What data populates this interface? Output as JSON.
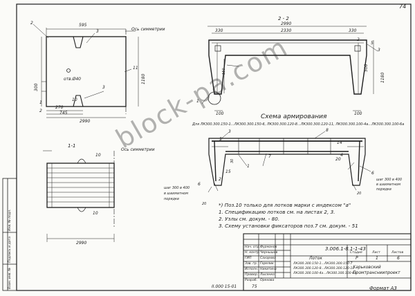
{
  "page_number": "74",
  "section_labels": {
    "s22": "2 - 2",
    "s11": "1-1"
  },
  "axis_labels": {
    "top": "Ось симметрии",
    "bottom": "Ось симметрии"
  },
  "plan_dims": {
    "d595": "595",
    "d2990": "2990",
    "d1180": "1180",
    "d300": "300",
    "d270": "270",
    "d745": "745",
    "d2990b": "2990",
    "hole": "отв.Ø40",
    "m2": "2",
    "m3": "3",
    "m3b": "3",
    "m11": "11",
    "m10": "10",
    "m1": "1",
    "m2b": "2"
  },
  "section22_dims": {
    "d2990": "2990",
    "d330a": "330",
    "d330b": "330",
    "d2330": "2330",
    "d1180": "1180",
    "d500": "500",
    "d100a": "100",
    "d100b": "100",
    "d150": "150",
    "m1": "1",
    "m2": "2",
    "m3": "3",
    "m5": "5",
    "d50": "50",
    "d20": "20",
    "d390": "390"
  },
  "scheme_title": "Схема армирования",
  "scheme_subtitle": "Для ЛК300.300.150-1...ЛК300.300.150-6, ЛК300.300.120-8...ЛК300.300.120-11, ЛК300.300.100-4а...ЛК300.300.100-6а",
  "scheme_marks": {
    "m8": "8",
    "m3": "3",
    "m5": "5",
    "m14": "14",
    "m4": "4",
    "m20": "20",
    "m7": "7",
    "m1": "1",
    "m15": "15",
    "m30": "30",
    "m2": "2",
    "m6a": "6",
    "m6b": "6",
    "m20b": "20",
    "m20c": "20",
    "embed1": "шаг 300 в 400",
    "embed2": "в шахматном",
    "embed3": "порядке",
    "embed4": "шаг 300 в 400",
    "embed5": "в шахматном",
    "embed6": "порядке"
  },
  "section11_dims": {
    "d2990": "2990",
    "m10a": "10",
    "m10b": "10"
  },
  "notes": [
    "*) Поз.10 только для лотков марки с индексом \"а\"",
    "1. Спецификацию лотков см. на листах 2, 3.",
    "2. Узлы см. докум. - 80.",
    "3. Схему установки фиксаторов поз.7 см. докум. - 51"
  ],
  "title_block": {
    "sheet_code": "3.006.1-8.1-1-43",
    "roles": [
      "Нач. отд.",
      "Н. контр.",
      "ГИП",
      "Зав. гр.",
      "Исполн.",
      "Провер.",
      "Разраб."
    ],
    "names": [
      "Фурманов",
      "Чернышов",
      "Сахарова",
      "Горелик",
      "Никитина",
      "Лысенко",
      "Орехова"
    ],
    "product": "Лоток",
    "product_marks": [
      "ЛК300.300.150-1...ЛК300.300.150-7",
      "ЛК300.300.120-8...ЛК300.300.120-11",
      "ЛК300.300.100-4а...ЛК300.300.100-6а"
    ],
    "stage_h": "Стадия",
    "sheet_h": "Лист",
    "sheets_h": "Листов",
    "stage": "Р",
    "sheet": "1",
    "sheets": "6",
    "org": "Харьковский Промтрансниипроект"
  },
  "left_strip": [
    "Инв. № подл.",
    "Подпись и дата",
    "Взам. инв. №"
  ],
  "footer": {
    "code": "II.000 15-01",
    "num": "75",
    "format": "Формат А3"
  },
  "watermark": "block-pa.com"
}
